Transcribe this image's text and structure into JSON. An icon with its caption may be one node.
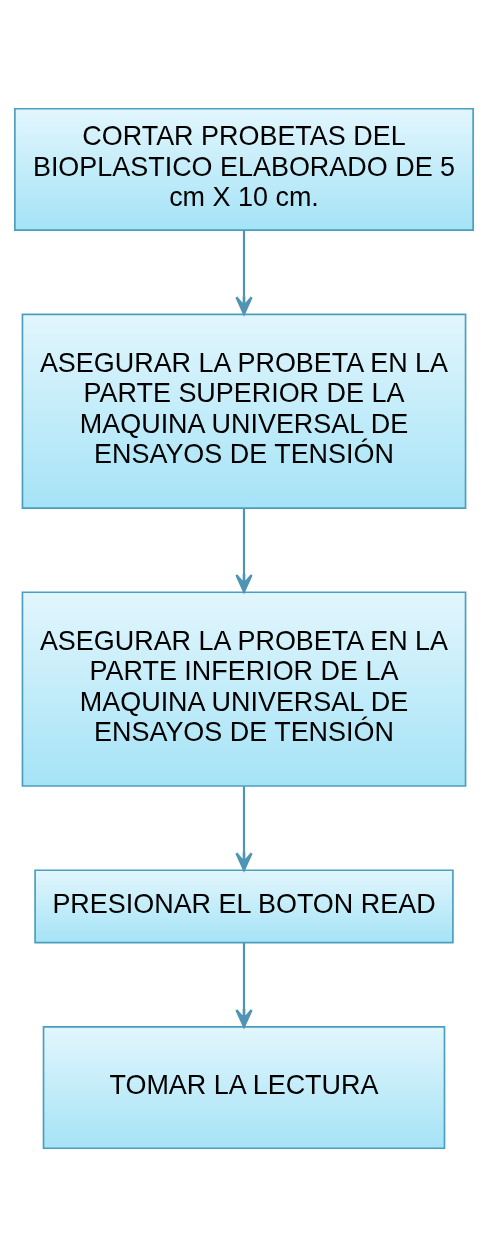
{
  "diagram": {
    "nodes": [
      {
        "text": [
          "CORTAR PROBETAS DEL BIOPLASTICO ELABORADO DE 5 cm X 10 cm."
        ]
      },
      {
        "text": [
          "ASEGURAR LA PROBETA EN LA PARTE SUPERIOR DE LA MAQUINA UNIVERSAL DE ENSAYOS DE TENSIÓN"
        ]
      },
      {
        "text": [
          "ASEGURAR LA PROBETA EN LA PARTE INFERIOR DE LA MAQUINA UNIVERSAL DE ENSAYOS DE TENSIÓN"
        ]
      },
      {
        "text": [
          "PRESIONAR EL BOTON READ"
        ]
      },
      {
        "text": [
          "TOMAR LA LECTURA"
        ]
      }
    ],
    "edges": [
      {
        "from": 0,
        "to": 1,
        "arrow": "to"
      },
      {
        "from": 1,
        "to": 2,
        "arrow": "to"
      },
      {
        "from": 2,
        "to": 3,
        "arrow": "to"
      },
      {
        "from": 3,
        "to": 4,
        "arrow": "to"
      }
    ]
  }
}
